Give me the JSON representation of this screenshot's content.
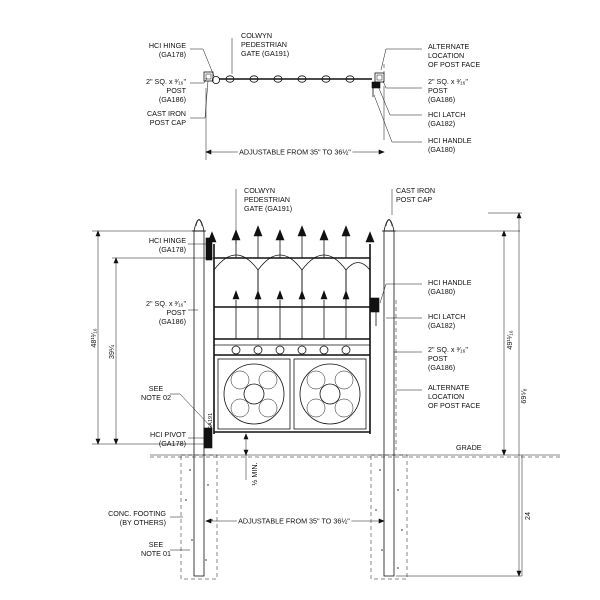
{
  "plan_view": {
    "labels_left": {
      "hinge": [
        "HCI HINGE",
        "(GA178)"
      ],
      "post": [
        "2\" SQ. x ³⁄₁₆\"",
        "POST",
        "(GA186)"
      ],
      "post_cap": [
        "CAST IRON",
        "POST CAP"
      ]
    },
    "gate_name": [
      "COLWYN",
      "PEDESTRIAN",
      "GATE (GA191)"
    ],
    "labels_right": {
      "alt_location": [
        "ALTERNATE",
        "LOCATION",
        "OF POST FACE"
      ],
      "post": [
        "2\" SQ. x ³⁄₁₆\"",
        "POST",
        "(GA186)"
      ],
      "latch": [
        "HCI LATCH",
        "(GA182)"
      ],
      "handle": [
        "HCI HANDLE",
        "(GA180)"
      ]
    },
    "dimension": "ADJUSTABLE FROM 35\" TO 36½\""
  },
  "elevation": {
    "gate_name": [
      "COLWYN",
      "PEDESTRIAN",
      "GATE (GA191)"
    ],
    "post_cap": [
      "CAST IRON",
      "POST CAP"
    ],
    "labels_left": {
      "hinge": [
        "HCI HINGE",
        "(GA178)"
      ],
      "post": [
        "2\" SQ. x ³⁄₁₆\"",
        "POST",
        "(GA186)"
      ],
      "see_note_02": [
        "SEE",
        "NOTE 02"
      ],
      "pivot": [
        "HCI PIVOT",
        "(GA178)"
      ],
      "footing": [
        "CONC. FOOTING",
        "(BY OTHERS)"
      ],
      "see_note_01": [
        "SEE",
        "NOTE 01"
      ]
    },
    "labels_right": {
      "handle": [
        "HCI HANDLE",
        "(GA180)"
      ],
      "latch": [
        "HCI LATCH",
        "(GA182)"
      ],
      "post": [
        "2\" SQ. x ³⁄₁₆\"",
        "POST",
        "(GA186)"
      ],
      "alt_location": [
        "ALTERNATE",
        "LOCATION",
        "OF POST FACE"
      ]
    },
    "grade": "GRADE",
    "gate_tag": "GA191",
    "dimensions": {
      "left_outer": "48¹¹⁄₁₆",
      "left_inner": "39¼",
      "right_inner": "49¹¹⁄₁₆",
      "right_outer": "69⁵⁄₈",
      "footing_depth": "24",
      "min_clear": "½ MIN.",
      "width": "ADJUSTABLE FROM 35\" TO 36½\""
    }
  }
}
